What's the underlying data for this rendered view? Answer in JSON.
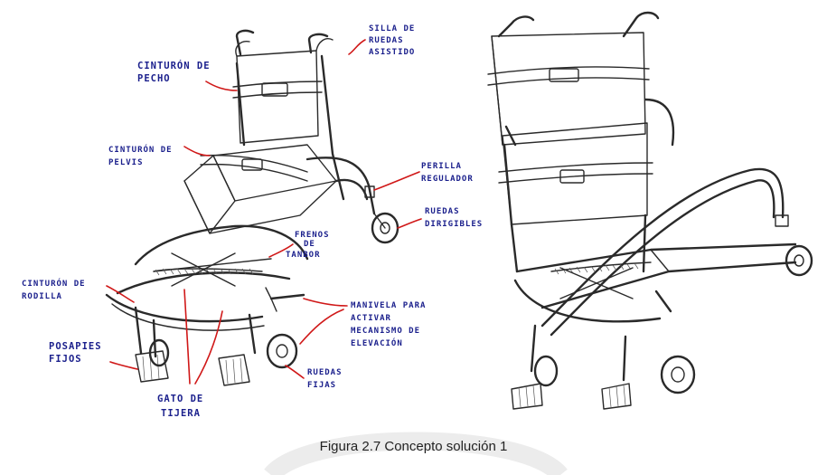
{
  "caption": "Figura 2.7 Concepto solución 1",
  "labels": {
    "silla": [
      "SILLA DE",
      "RUEDAS",
      "ASISTIDO"
    ],
    "cinturon_pecho": [
      "CINTURÓN DE",
      "PECHO"
    ],
    "cinturon_pelvis": [
      "CINTURÓN DE",
      "PELVIS"
    ],
    "perilla": [
      "PERILLA",
      "REGULADOR"
    ],
    "ruedas_dirigibles": [
      "RUEDAS",
      "DIRIGIBLES"
    ],
    "frenos": [
      "FRENOS",
      "DE",
      "TANBOR"
    ],
    "cinturon_rodilla": [
      "CINTURÓN DE",
      "RODILLA"
    ],
    "manivela": [
      "MANIVELA PARA",
      "ACTIVAR",
      "MECANISMO DE",
      "ELEVACIÓN"
    ],
    "posapies": [
      "POSAPIES",
      "FIJOS"
    ],
    "ruedas_fijas": [
      "RUEDAS",
      "FIJAS"
    ],
    "gato": [
      "GATO DE",
      "TIJERA"
    ]
  },
  "colors": {
    "annotation": "#1a1f8c",
    "leader": "#d01818",
    "sketch": "#2a2a2a"
  }
}
